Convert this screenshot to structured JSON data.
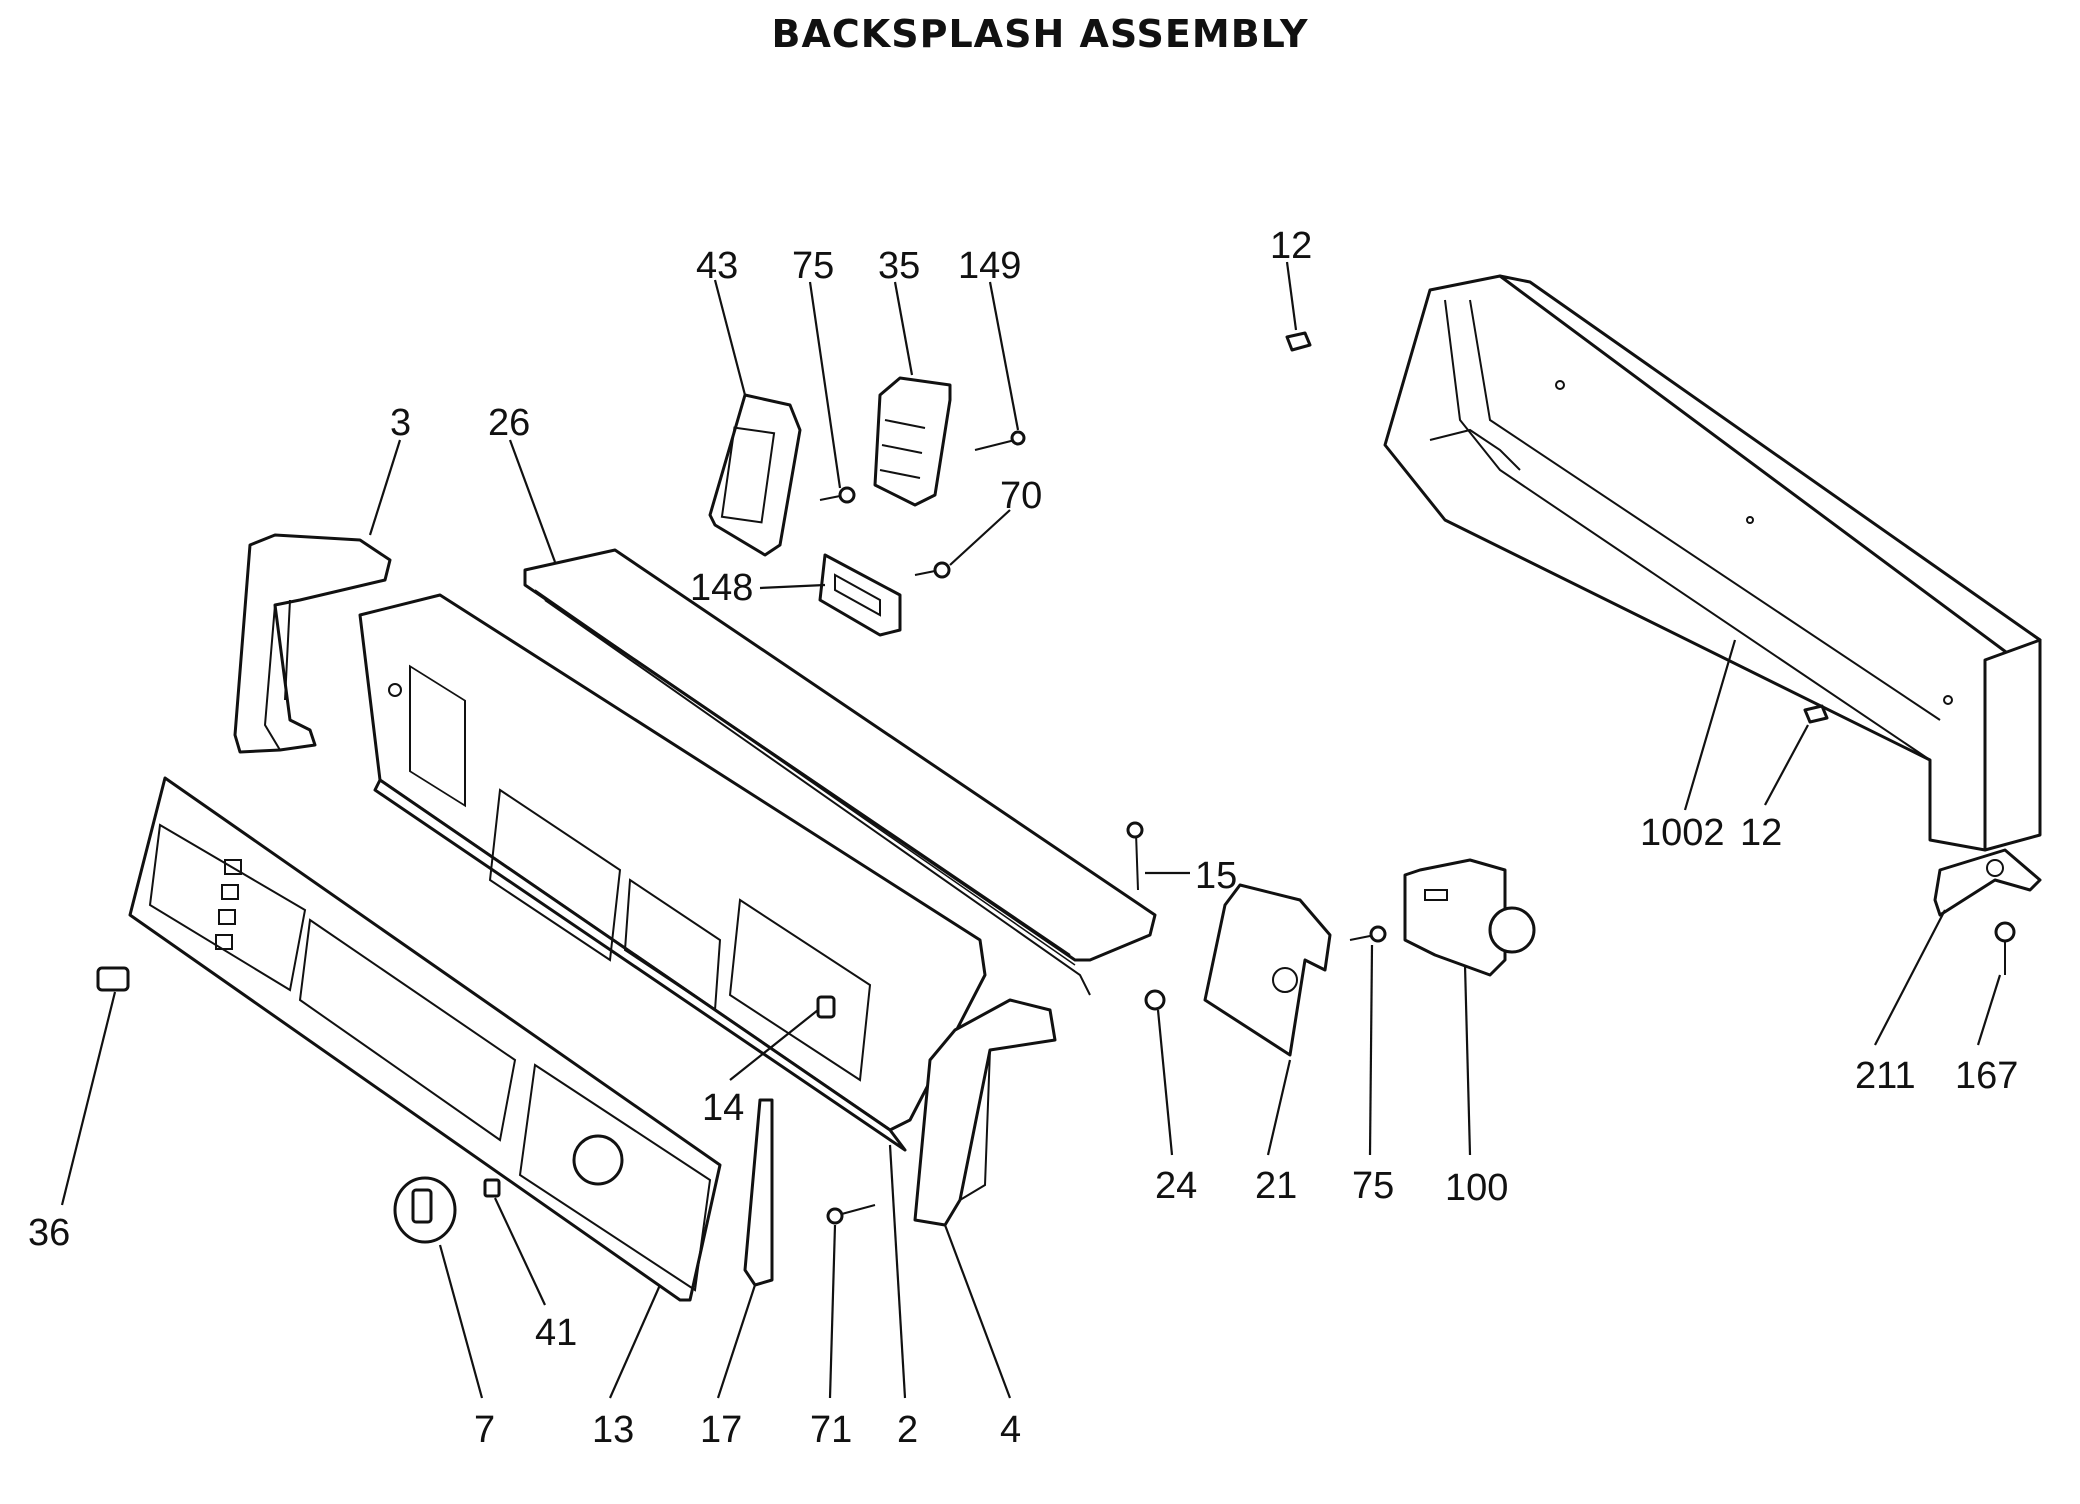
{
  "title": "BACKSPLASH ASSEMBLY",
  "callouts": [
    {
      "id": "c43",
      "label": "43"
    },
    {
      "id": "c75a",
      "label": "75"
    },
    {
      "id": "c35",
      "label": "35"
    },
    {
      "id": "c149",
      "label": "149"
    },
    {
      "id": "c12a",
      "label": "12"
    },
    {
      "id": "c3",
      "label": "3"
    },
    {
      "id": "c26",
      "label": "26"
    },
    {
      "id": "c70",
      "label": "70"
    },
    {
      "id": "c148",
      "label": "148"
    },
    {
      "id": "c15",
      "label": "15"
    },
    {
      "id": "c1002",
      "label": "1002"
    },
    {
      "id": "c12b",
      "label": "12"
    },
    {
      "id": "c14",
      "label": "14"
    },
    {
      "id": "c36",
      "label": "36"
    },
    {
      "id": "c24",
      "label": "24"
    },
    {
      "id": "c21",
      "label": "21"
    },
    {
      "id": "c75b",
      "label": "75"
    },
    {
      "id": "c100",
      "label": "100"
    },
    {
      "id": "c211",
      "label": "211"
    },
    {
      "id": "c167",
      "label": "167"
    },
    {
      "id": "c41",
      "label": "41"
    },
    {
      "id": "c7",
      "label": "7"
    },
    {
      "id": "c13",
      "label": "13"
    },
    {
      "id": "c17",
      "label": "17"
    },
    {
      "id": "c71",
      "label": "71"
    },
    {
      "id": "c2",
      "label": "2"
    },
    {
      "id": "c4",
      "label": "4"
    }
  ]
}
